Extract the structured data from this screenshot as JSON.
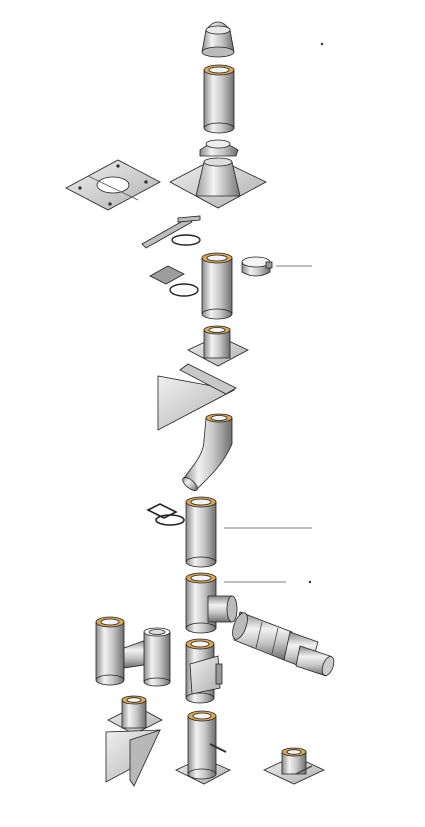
{
  "diagram": {
    "kind": "exploded-view",
    "colors": {
      "steel_light": "#e6e6e6",
      "steel_mid": "#bdbdbd",
      "steel_dark": "#7a7a7a",
      "insulation_ring": "#d9a85a",
      "outline": "#222222"
    },
    "components": [
      "rain-cap",
      "top-pipe-section",
      "storm-collar",
      "roof-flashing",
      "ceiling-support-plate",
      "wall-band-bracket",
      "pipe-clamp-band",
      "pipe-section",
      "lock-band",
      "support-clamp",
      "firestop-plate",
      "wall-support-bracket",
      "elbow",
      "wall-band",
      "straight-pipe",
      "tee",
      "horizontal-pipe-run",
      "tee-cap-section",
      "inspection-tee",
      "cleanout-tee",
      "base-support",
      "triangle-bracket",
      "appliance-adapter",
      "floor-base-plate"
    ]
  }
}
